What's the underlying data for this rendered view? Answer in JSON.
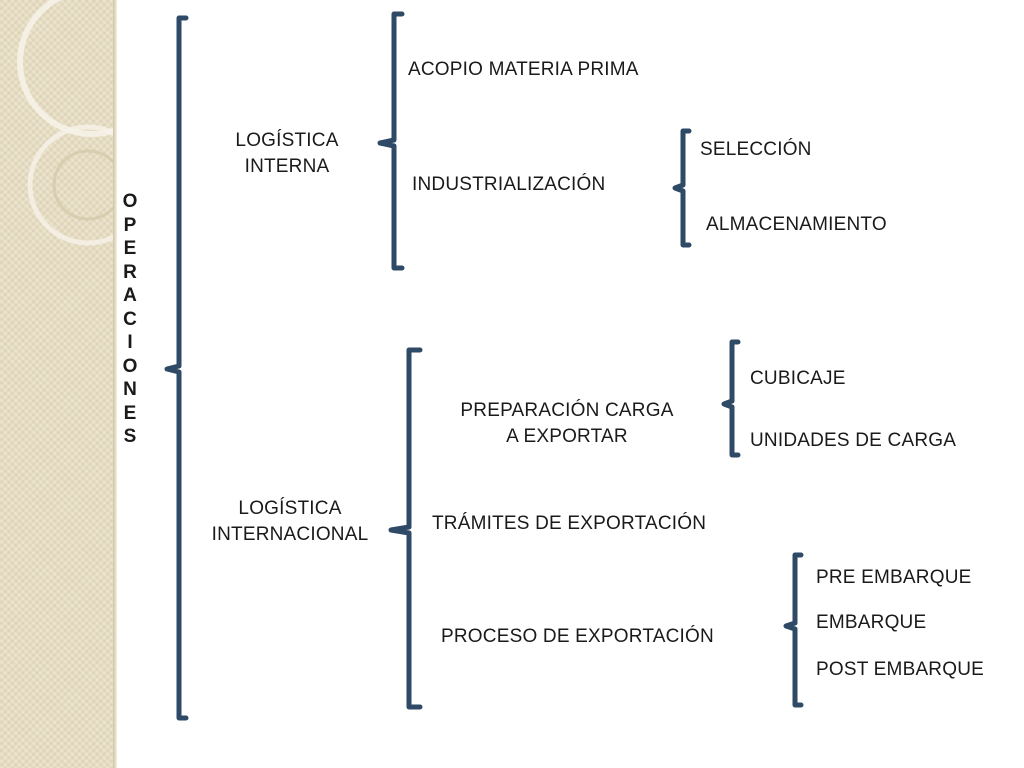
{
  "colors": {
    "bracket": "#2e4a66",
    "panel": "#e6dcc2"
  },
  "root": {
    "letters": [
      "O",
      "P",
      "E",
      "R",
      "A",
      "C",
      "I",
      "O",
      "N",
      "E",
      "S"
    ]
  },
  "interna": {
    "label_line1": "LOGÍSTICA",
    "label_line2": "INTERNA",
    "acopio": "ACOPIO MATERIA PRIMA",
    "industrializacion": "INDUSTRIALIZACIÓN",
    "seleccion": "SELECCIÓN",
    "almacenamiento": "ALMACENAMIENTO"
  },
  "internacional": {
    "label_line1": "LOGÍSTICA",
    "label_line2": "INTERNACIONAL",
    "preparacion_line1": "PREPARACIÓN CARGA",
    "preparacion_line2": "A EXPORTAR",
    "cubicaje": "CUBICAJE",
    "unidades": "UNIDADES DE CARGA",
    "tramites": "TRÁMITES DE EXPORTACIÓN",
    "proceso": "PROCESO DE EXPORTACIÓN",
    "pre_embarque": "PRE EMBARQUE",
    "embarque": "EMBARQUE",
    "post_embarque": "POST EMBARQUE"
  }
}
